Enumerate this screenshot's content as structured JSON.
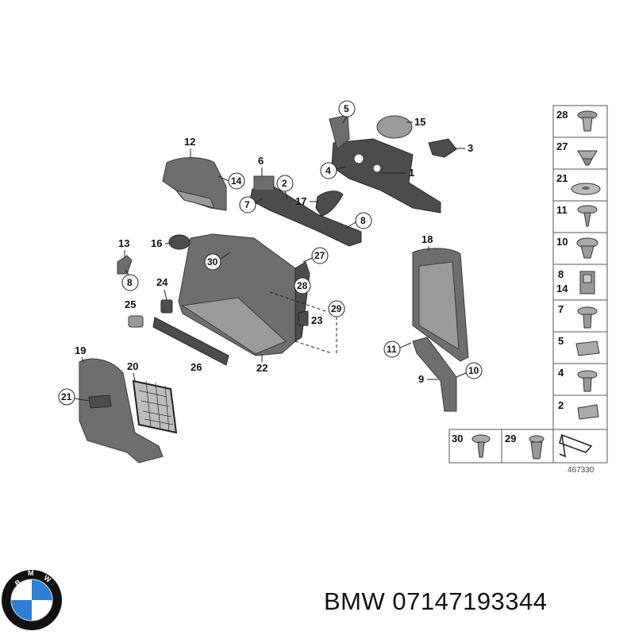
{
  "callouts": {
    "c1": "1",
    "c2": "2",
    "c3": "3",
    "c4": "4",
    "c5": "5",
    "c6": "6",
    "c7": "7",
    "c8a": "8",
    "c8b": "8",
    "c9": "9",
    "c10": "10",
    "c11": "11",
    "c12": "12",
    "c13": "13",
    "c14": "14",
    "c15": "15",
    "c16": "16",
    "c17": "17",
    "c18": "18",
    "c19": "19",
    "c20": "20",
    "c21": "21",
    "c22": "22",
    "c23": "23",
    "c24": "24",
    "c25": "25",
    "c26": "26",
    "c27": "27",
    "c28": "28",
    "c29": "29",
    "c30": "30"
  },
  "fastener_table": {
    "cells": [
      "28",
      "27",
      "21",
      "11",
      "10",
      "8",
      "14",
      "7",
      "5",
      "4",
      "2"
    ],
    "bottom_row": [
      "30",
      "29"
    ]
  },
  "diagram_id": "467330",
  "footer": {
    "brand": "BMW",
    "part_number": "07147193344",
    "text": "BMW 07147193344"
  },
  "logo": {
    "letters": "BMW",
    "colors": {
      "blue": "#2c7fd4",
      "white": "#ffffff",
      "ring": "#111111"
    }
  }
}
